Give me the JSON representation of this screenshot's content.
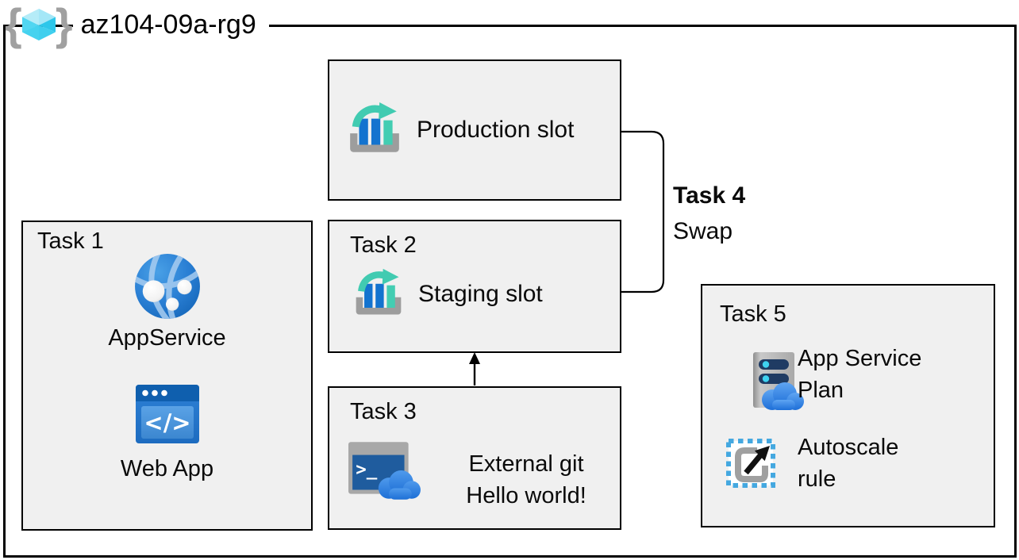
{
  "header": {
    "resource_group_label": "az104-09a-rg9"
  },
  "production": {
    "label": "Production slot"
  },
  "task1": {
    "title": "Task 1",
    "app_service_label": "AppService",
    "web_app_label": "Web App"
  },
  "task2": {
    "title": "Task 2",
    "label": "Staging slot"
  },
  "task3": {
    "title": "Task 3",
    "lines": [
      "External git",
      "Hello world!"
    ]
  },
  "task4": {
    "title": "Task 4",
    "label": "Swap"
  },
  "task5": {
    "title": "Task 5",
    "app_service_plan_lines": [
      "App Service",
      "Plan"
    ],
    "autoscale_lines": [
      "Autoscale",
      "rule"
    ]
  },
  "icons": {
    "brace_left": "{",
    "brace_right": "}",
    "web_app_glyph": "</>",
    "cloud_shell_glyph": ">_"
  },
  "colors": {
    "box_fill": "#f0f0f0",
    "box_border": "#000000",
    "bar_blue": "#1373cf",
    "teal": "#41cbb1",
    "azure_blue": "#2e7fd6",
    "cyan_accent": "#3fd2f0",
    "icon_gray": "#9d9d9d",
    "cube_cyan": "#50d8f0"
  }
}
